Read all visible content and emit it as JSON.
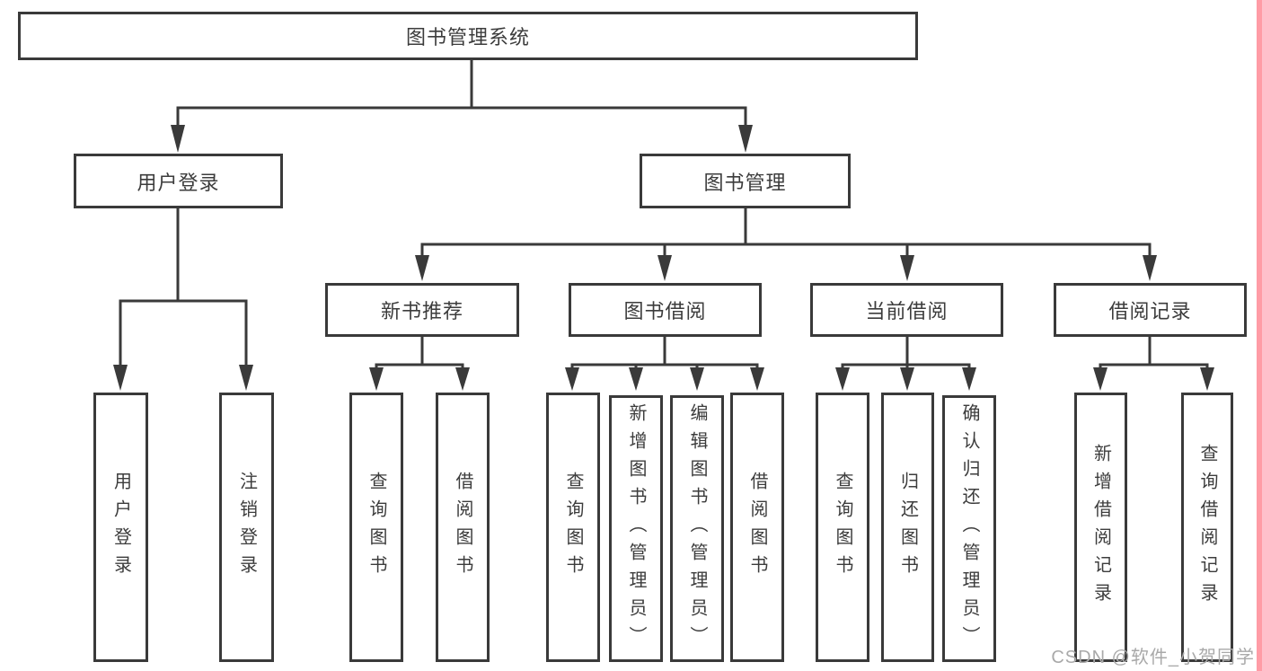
{
  "diagram": {
    "root": {
      "label": "图书管理系统"
    },
    "level2": {
      "user_login": {
        "label": "用户登录"
      },
      "book_management": {
        "label": "图书管理"
      }
    },
    "level3": {
      "new_book_recommendation": {
        "label": "新书推荐"
      },
      "book_borrowing": {
        "label": "图书借阅"
      },
      "current_borrowing": {
        "label": "当前借阅"
      },
      "borrowing_records": {
        "label": "借阅记录"
      }
    },
    "leaves": {
      "user_login": {
        "label": "用户登录",
        "parent": "用户登录"
      },
      "logout": {
        "label": "注销登录",
        "parent": "用户登录"
      },
      "rec_query_books": {
        "label": "查询图书",
        "parent": "新书推荐"
      },
      "rec_borrow_books": {
        "label": "借阅图书",
        "parent": "新书推荐"
      },
      "bor_query_books": {
        "label": "查询图书",
        "parent": "图书借阅"
      },
      "bor_add_books": {
        "label": "新增图书（管理员）",
        "parent": "图书借阅"
      },
      "bor_edit_books": {
        "label": "编辑图书（管理员）",
        "parent": "图书借阅"
      },
      "bor_borrow_books": {
        "label": "借阅图书",
        "parent": "图书借阅"
      },
      "cur_query_books": {
        "label": "查询图书",
        "parent": "当前借阅"
      },
      "cur_return_books": {
        "label": "归还图书",
        "parent": "当前借阅"
      },
      "cur_confirm_return": {
        "label": "确认归还（管理员）",
        "parent": "当前借阅"
      },
      "rec_add_record": {
        "label": "新增借阅记录",
        "parent": "借阅记录"
      },
      "rec_query_record": {
        "label": "查询借阅记录",
        "parent": "借阅记录"
      }
    }
  },
  "watermark": {
    "text": "CSDN @软件_小贺同学"
  },
  "colors": {
    "line": "#3a3a3a",
    "text": "#3c3c3c",
    "background": "#ffffff",
    "watermark": "#a9a9a9",
    "edge_strip": "#ff9ca6"
  }
}
